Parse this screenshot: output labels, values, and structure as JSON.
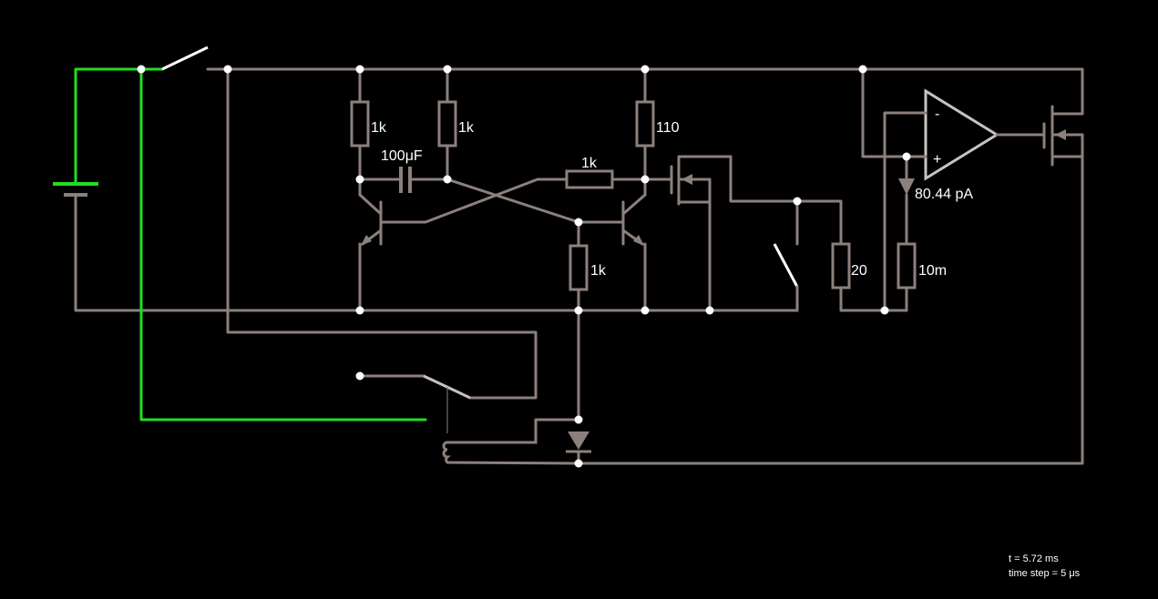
{
  "circuit": {
    "components": {
      "r1": "1k",
      "r2": "1k",
      "r3": "110",
      "c1": "100μF",
      "r4": "1k",
      "r5": "1k",
      "r6": "20",
      "r7": "10m",
      "current_readout": "80.44 pA",
      "opamp_minus": "-",
      "opamp_plus": "+"
    },
    "status": {
      "time": "t = 5.72 ms",
      "timestep": "time step = 5 μs"
    }
  },
  "colors": {
    "background": "#000000",
    "wire": "#8c807c",
    "wire_live": "#22dd22",
    "node": "#ffffff"
  }
}
